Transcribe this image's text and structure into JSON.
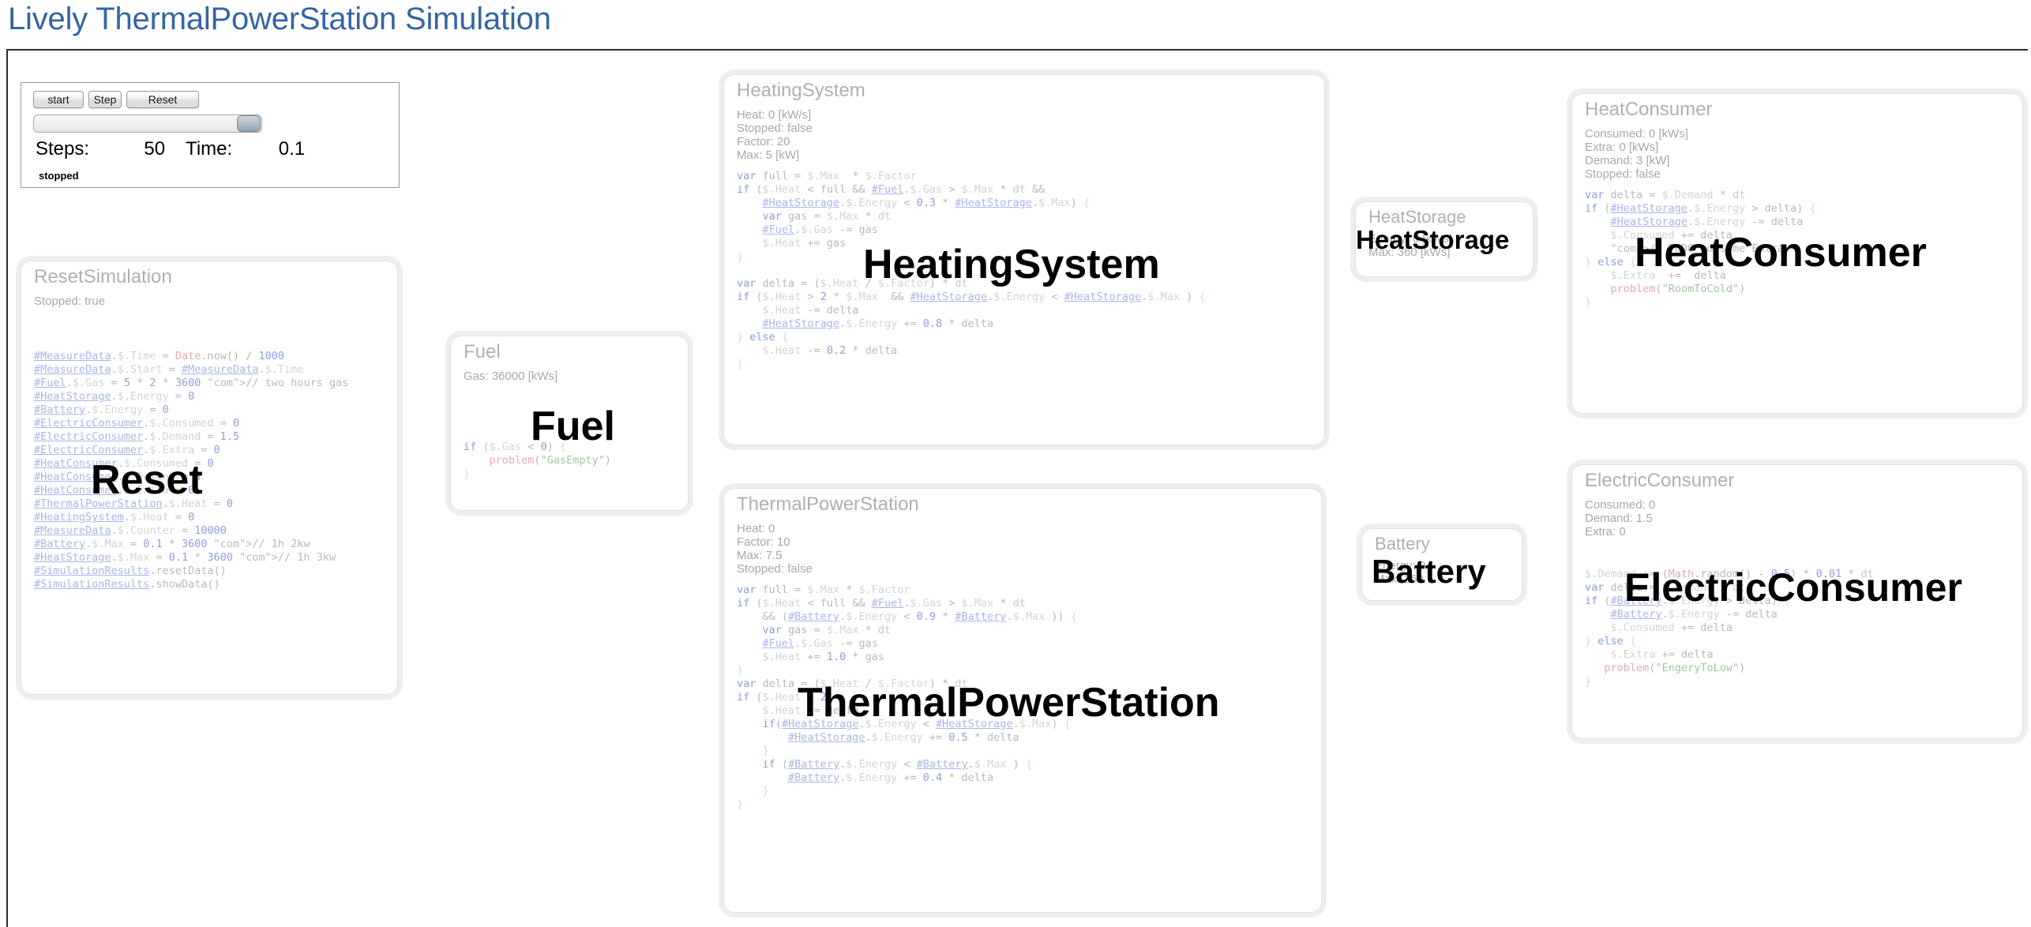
{
  "page": {
    "title": "Lively ThermalPowerStation Simulation",
    "title_color": "#3465a4"
  },
  "control_panel": {
    "start_label": "start",
    "step_label": "Step",
    "reset_label": "Reset",
    "steps_label": "Steps:",
    "steps_value": "50",
    "time_label": "Time:",
    "time_value": "0.1",
    "status": "stopped",
    "slider_position_percent": 100
  },
  "cards": {
    "reset_simulation": {
      "title": "ResetSimulation",
      "props": "Stopped: true",
      "code_lines": [
        "#MeasureData.$.Time = Date.now() / 1000",
        "#MeasureData.$.Start = #MeasureData.$.Time",
        "#Fuel.$.Gas = 5 * 2 * 3600 // two hours gas",
        "#HeatStorage.$.Energy = 0",
        "#Battery.$.Energy = 0",
        "#ElectricConsumer.$.Consumed = 0",
        "#ElectricConsumer.$.Demand = 1.5",
        "#ElectricConsumer.$.Extra = 0",
        "#HeatConsumer.$.Consumed = 0",
        "#HeatConsumer.$.Demand = 3",
        "#HeatConsumer.$.Extra = 0",
        "#ThermalPowerStation.$.Heat = 0",
        "#HeatingSystem.$.Heat = 0",
        "#MeasureData.$.Counter = 10000",
        "#Battery.$.Max = 0.1 * 3600 // 1h 2kw",
        "#HeatStorage.$.Max = 0.1 * 3600 // 1h 3kw",
        "#SimulationResults.resetData()",
        "#SimulationResults.showData()"
      ],
      "overlay_label": "Reset"
    },
    "fuel": {
      "title": "Fuel",
      "props": "Gas: 36000 [kWs]",
      "code_lines": [
        "if ($.Gas < 0) {",
        "    problem(\"GasEmpty\")",
        "}"
      ],
      "overlay_label": "Fuel"
    },
    "heating_system": {
      "title": "HeatingSystem",
      "props": "Heat: 0 [kW/s]\nStopped: false\nFactor: 20\nMax: 5 [kW]",
      "code_lines": [
        "var full = $.Max  * $.Factor",
        "if ($.Heat < full && #Fuel.$.Gas > $.Max * dt &&",
        "    #HeatStorage.$.Energy < 0.3 * #HeatStorage.$.Max) {",
        "    var gas = $.Max * dt",
        "    #Fuel.$.Gas -= gas",
        "    $.Heat += gas",
        "}",
        "",
        "var delta = ($.Heat / $.Factor) * dt",
        "if ($.Heat > 2 * $.Max  && #HeatStorage.$.Energy < #HeatStorage.$.Max ) {",
        "    $.Heat -= delta",
        "    #HeatStorage.$.Energy += 0.8 * delta",
        "} else {",
        "    $.Heat -= 0.2 * delta",
        "}"
      ],
      "overlay_label": "HeatingSystem"
    },
    "thermal_power_station": {
      "title": "ThermalPowerStation",
      "props": "Heat: 0\nFactor: 10\nMax: 7.5\nStopped: false",
      "code_lines": [
        "var full = $.Max * $.Factor",
        "if ($.Heat < full && #Fuel.$.Gas > $.Max * dt",
        "    && (#Battery.$.Energy < 0.9 * #Battery.$.Max )) {",
        "    var gas = $.Max * dt",
        "    #Fuel.$.Gas -= gas",
        "    $.Heat += 1.0 * gas",
        "}",
        "var delta = ($.Heat / $.Factor) * dt",
        "if ($.Heat > 2) {",
        "    $.Heat -= delta",
        "    if(#HeatStorage.$.Energy < #HeatStorage.$.Max) {",
        "        #HeatStorage.$.Energy += 0.5 * delta",
        "    }",
        "    if (#Battery.$.Energy < #Battery.$.Max ) {",
        "        #Battery.$.Energy += 0.4 * delta",
        "    }",
        "}"
      ],
      "overlay_label": "ThermalPowerStation"
    },
    "heat_storage": {
      "title": "HeatStorage",
      "props": "Energy: 0 [kWs]\nMax: 360 [kWs]",
      "overlay_label": "HeatStorage"
    },
    "battery": {
      "title": "Battery",
      "props": "Energy: 0\nMax: 360",
      "overlay_label": "Battery"
    },
    "heat_consumer": {
      "title": "HeatConsumer",
      "props": "Consumed: 0 [kWs]\nExtra: 0 [kWs]\nDemand: 3 [kW]\nStopped: false",
      "code_lines": [
        "var delta = $.Demand * dt",
        "if (#HeatStorage.$.Energy > delta) {",
        "    #HeatStorage.$.Energy -= delta",
        "    $.Consumed += delta",
        "    // TODO consume Extra",
        "} else {",
        "    $.Extra  +=  delta",
        "    problem(\"RoomToCold\")",
        "}"
      ],
      "overlay_label": "HeatConsumer"
    },
    "electric_consumer": {
      "title": "ElectricConsumer",
      "props": "Consumed: 0\nDemand: 1.5\nExtra: 0",
      "code_lines": [
        "$.Demand += (Math.random() - 0.5) * 0.01 * dt",
        "var delta = $.Demand * dt",
        "if (#Battery.$.Energy > delta) {",
        "    #Battery.$.Energy -= delta",
        "    $.Consumed += delta",
        "} else {",
        "    $.Extra += delta",
        "   problem(\"EngeryToLow\")",
        "}"
      ],
      "overlay_label": "ElectricConsumer"
    }
  }
}
